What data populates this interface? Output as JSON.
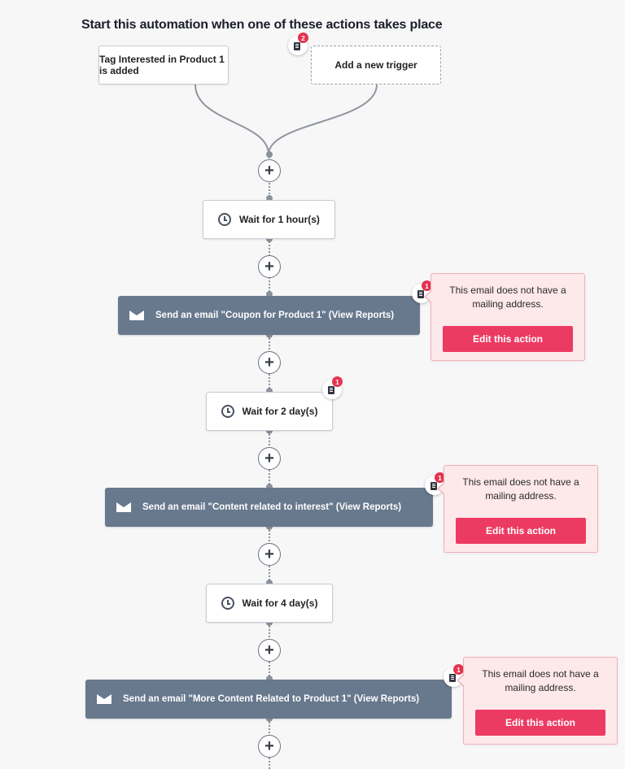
{
  "heading": "Start this automation when one of these actions takes place",
  "triggers": [
    {
      "label": "Tag Interested in Product 1 is added",
      "badge_count": "2"
    },
    {
      "label": "Add a new trigger"
    }
  ],
  "steps": {
    "wait1": {
      "label": "Wait for 1 hour(s)"
    },
    "email1": {
      "label": "Send an email \"Coupon for Product 1\" (View Reports)",
      "badge_count": "1",
      "warning": {
        "message": "This email does not have a mailing address.",
        "button": "Edit this action"
      }
    },
    "wait2": {
      "label": "Wait for 2 day(s)",
      "badge_count": "1"
    },
    "email2": {
      "label": "Send an email \"Content related to interest\" (View Reports)",
      "badge_count": "1",
      "warning": {
        "message": "This email does not have a mailing address.",
        "button": "Edit this action"
      }
    },
    "wait3": {
      "label": "Wait for 4 day(s)"
    },
    "email3": {
      "label": "Send an email \"More Content Related to Product 1\" (View Reports)",
      "badge_count": "1",
      "warning": {
        "message": "This email does not have a mailing address.",
        "button": "Edit this action"
      }
    }
  },
  "plus_symbol": "+",
  "colors": {
    "email_block": "#68788d",
    "warning_bg": "#fde8ea",
    "edit_button": "#ec3b62",
    "badge_red": "#e5334f"
  }
}
